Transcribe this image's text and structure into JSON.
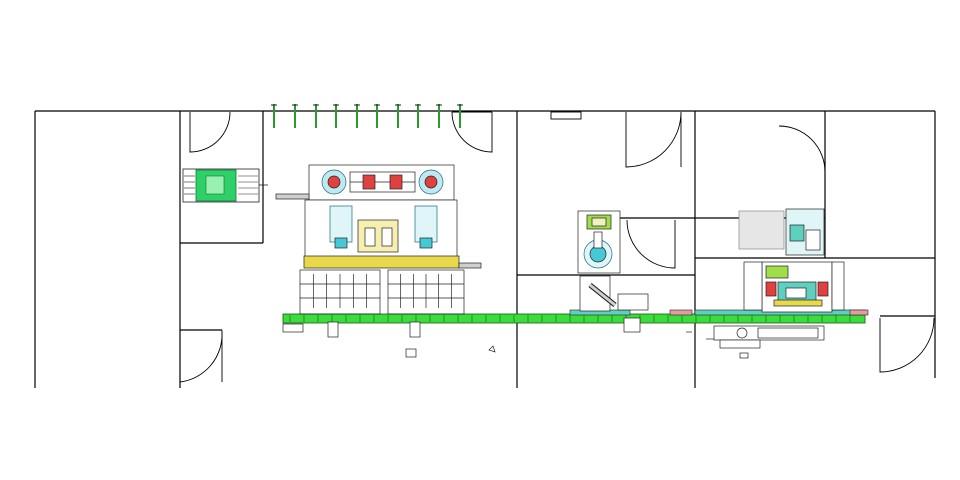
{
  "drawing": {
    "type": "CAD floor plan / equipment layout",
    "background": "#ffffff",
    "colors": {
      "walls": "#000000",
      "equipment_outline": "#222222",
      "conveyor": "#3ddc3d",
      "panel": "#2fcf6a",
      "accent_yellow": "#e8d84a",
      "accent_cyan": "#47c8d6",
      "accent_red": "#e04040",
      "accent_pink": "#e89aa0",
      "accent_teal": "#5fd0c0",
      "grey_fill": "#cfcfcf"
    },
    "rooms": [
      {
        "id": "room-1",
        "name": ""
      },
      {
        "id": "room-2",
        "name": ""
      },
      {
        "id": "room-3",
        "name": ""
      },
      {
        "id": "room-4",
        "name": ""
      }
    ],
    "stations": [
      {
        "id": "control-panel",
        "kind": "control-cabinet"
      },
      {
        "id": "twin-winding-station",
        "kind": "machine"
      },
      {
        "id": "round-bowl-station",
        "kind": "machine"
      },
      {
        "id": "assembly-station",
        "kind": "machine"
      },
      {
        "id": "main-conveyor",
        "kind": "conveyor"
      }
    ],
    "text_labels": []
  }
}
